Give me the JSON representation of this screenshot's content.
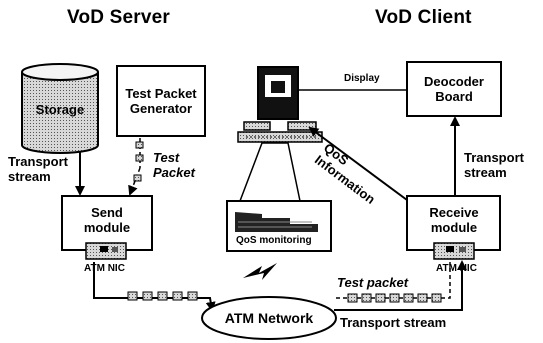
{
  "titles": {
    "server": "VoD Server",
    "client": "VoD Client"
  },
  "nodes": {
    "storage": "Storage",
    "generator": "Test Packet Generator",
    "send": "Send module",
    "decoder": "Deocoder Board",
    "receive": "Receive module",
    "qos": "QoS monitoring",
    "network": "ATM Network"
  },
  "labels": {
    "transport_left": "Transport stream",
    "test_packet_left": "Test Packet",
    "transport_right": "Transport stream",
    "display": "Display",
    "qos_info": "QoS Information",
    "atm_nic_left": "ATM NIC",
    "atm_nic_right": "ATM NIC",
    "test_packet_bottom": "Test packet",
    "transport_bottom": "Transport stream"
  }
}
